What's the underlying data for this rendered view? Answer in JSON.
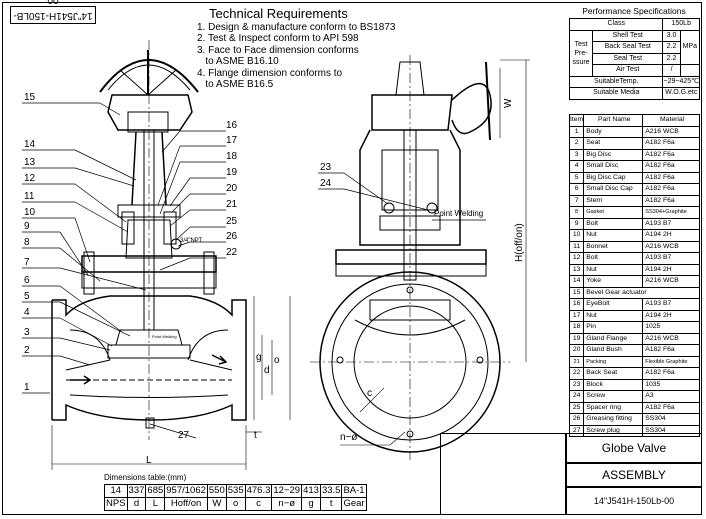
{
  "drawing": {
    "code_tab": "14\"J541H-150LB-00",
    "tech_title": "Technical Requirements",
    "requirements": [
      "1. Design & manufacture conform to BS1873",
      "2. Test & Inspect conform to API 598",
      "3. Face to Face dimension conforms",
      "   to ASME B16.10",
      "4. Flange dimension conforms to",
      "   to ASME B16.5"
    ],
    "callouts_left": [
      "15",
      "14",
      "13",
      "12",
      "11",
      "10",
      "9",
      "8",
      "7",
      "6",
      "5",
      "4",
      "3",
      "2",
      "1"
    ],
    "callouts_right": [
      "16",
      "17",
      "18",
      "19",
      "20",
      "21",
      "25",
      "26",
      "22"
    ],
    "callout_27": "27",
    "callouts_side": [
      "23",
      "24"
    ],
    "point_welding": "Point Welding",
    "thread_note": "3/4\"NPT",
    "dim_labels": {
      "L": "L",
      "g": "g",
      "d": "d",
      "o": "o",
      "t": "t",
      "c": "c",
      "W": "W",
      "H": "H(off/on)",
      "nphi": "n−ø"
    }
  },
  "performance": {
    "title": "Performance Specifications",
    "class_label": "Class",
    "class_value": "150Lb",
    "test_label": "Test Pre- ssure",
    "shell_test": "Shell Test",
    "shell_value": "3.0",
    "back_seal_test": "Back Seal Test",
    "back_seal_value": "2.2",
    "seal_test": "Seal Test",
    "seal_value": "2.2",
    "air_test": "Air Test",
    "air_value": "/",
    "unit": "MPa",
    "temp_label": "SuitableTemp.",
    "temp_value": "−29~425℃",
    "media_label": "Suitable Media",
    "media_value": "W.O.G.etc"
  },
  "materials": {
    "headers": [
      "Item",
      "Part Name",
      "Material"
    ],
    "rows": [
      [
        "1",
        "Body",
        "A216 WCB"
      ],
      [
        "2",
        "Seat",
        "A182 F6a"
      ],
      [
        "3",
        "Big Disc",
        "A182 F6a"
      ],
      [
        "4",
        "Small Disc",
        "A182 F6a"
      ],
      [
        "5",
        "Big Disc Cap",
        "A182 F6a"
      ],
      [
        "6",
        "Small Disc Cap",
        "A182 F6a"
      ],
      [
        "7",
        "Stem",
        "A182 F6a"
      ],
      [
        "8",
        "Gasket",
        "SS304+Graphite"
      ],
      [
        "9",
        "Bolt",
        "A193 B7"
      ],
      [
        "10",
        "Nut",
        "A194 2H"
      ],
      [
        "11",
        "Bonnet",
        "A216 WCB"
      ],
      [
        "12",
        "Bolt",
        "A193 B7"
      ],
      [
        "13",
        "Nut",
        "A194 2H"
      ],
      [
        "14",
        "Yoke",
        "A216 WCB"
      ],
      [
        "15",
        "Bevel Gear actuator",
        ""
      ],
      [
        "16",
        "EyeBolt",
        "A193 B7"
      ],
      [
        "17",
        "Nut",
        "A194 2H"
      ],
      [
        "18",
        "Pin",
        "1025"
      ],
      [
        "19",
        "Gland Flange",
        "A216 WCB"
      ],
      [
        "20",
        "Gland Bush",
        "A182 F6a"
      ],
      [
        "21",
        "Packing",
        "Flexible Graphite"
      ],
      [
        "22",
        "Back Seat",
        "A182 F6a"
      ],
      [
        "23",
        "Block",
        "1035"
      ],
      [
        "24",
        "Screw",
        "A3"
      ],
      [
        "25",
        "Spacer ring",
        "A182 F6a"
      ],
      [
        "26",
        "Greasing fitting",
        "SS304"
      ],
      [
        "27",
        "Screw plug",
        "SS304"
      ]
    ]
  },
  "dimensions": {
    "title": "Dimensions table:(mm)",
    "values": [
      "14",
      "337",
      "685",
      "957/1062",
      "550",
      "535",
      "476.3",
      "12−29",
      "413",
      "33.5",
      "BA-1"
    ],
    "headers": [
      "NPS",
      "d",
      "L",
      "Hoff/on",
      "W",
      "o",
      "c",
      "n−ø",
      "g",
      "t",
      "Gear"
    ]
  },
  "title_block": {
    "name": "Globe Valve",
    "type": "ASSEMBLY",
    "code": "14\"J541H-150Lb-00"
  }
}
